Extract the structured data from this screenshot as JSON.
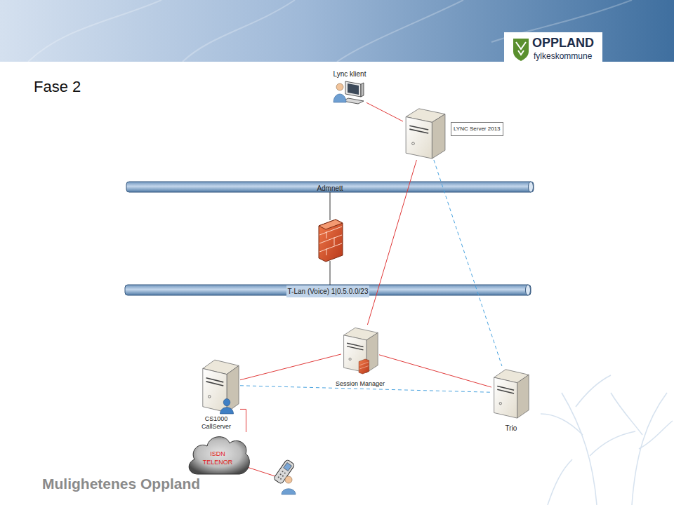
{
  "diagram": {
    "title": "Fase 2",
    "nodes": [
      {
        "text": [
          "Lync klient"
        ]
      },
      {
        "text": [
          "LYNC Server 2013"
        ]
      },
      {
        "text": [
          "Admnett"
        ]
      },
      {
        "text": [
          "T-Lan (Voice) 1|0.5.0.0/23"
        ]
      },
      {
        "text": [
          "Session Manager"
        ]
      },
      {
        "text": [
          "CS1000 CallServer"
        ]
      },
      {
        "text": [
          "Trio"
        ]
      },
      {
        "text": [
          "ISDN TELENOR"
        ]
      }
    ],
    "edges": [
      {
        "from": 0,
        "to": 1,
        "arrow": "none"
      },
      {
        "from": 1,
        "to": 4,
        "arrow": "none"
      },
      {
        "from": 1,
        "to": 6,
        "arrow": "none"
      },
      {
        "from": 4,
        "to": 5,
        "arrow": "none"
      },
      {
        "from": 4,
        "to": 6,
        "arrow": "none"
      },
      {
        "from": 5,
        "to": 6,
        "arrow": "none"
      },
      {
        "from": 5,
        "to": 7,
        "arrow": "none"
      }
    ],
    "labels": [
      "OPPLAND",
      "fylkeskommune",
      "Mulighetenes Oppland"
    ]
  }
}
